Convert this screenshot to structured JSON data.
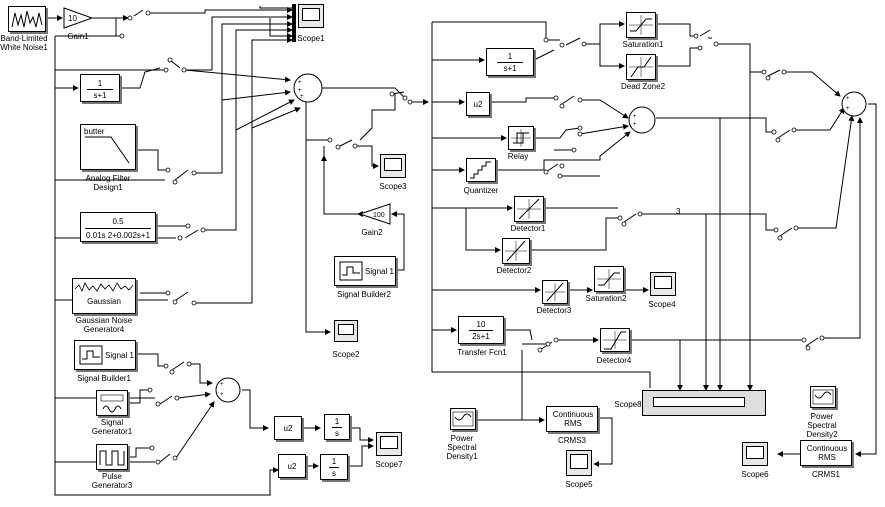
{
  "blocks": {
    "band_limited": {
      "label": "Band-Limited White Noise1"
    },
    "gain1": {
      "label": "Gain1",
      "value": "10"
    },
    "scope1": {
      "label": "Scope1"
    },
    "tf_1_s1": {
      "num": "1",
      "den": "s+1"
    },
    "analog_filter": {
      "label": "Analog Filter Design1",
      "text": "butter"
    },
    "tf2": {
      "num": "0.5",
      "den": "0.01s 2+0.002s+1"
    },
    "gauss": {
      "label": "Gaussian Noise Generator4",
      "text": "Gaussian"
    },
    "sigbuilder1": {
      "label": "Signal Builder1",
      "port": "Signal 1"
    },
    "siggen1": {
      "label": "Signal Generator1"
    },
    "pulse": {
      "label": "Pulse Generator3"
    },
    "scope2": {
      "label": "Scope2"
    },
    "scope3": {
      "label": "Scope3"
    },
    "gain2": {
      "label": "Gain2",
      "value": "100"
    },
    "sigbuilder2": {
      "label": "Signal Builder2",
      "port": "Signal 1"
    },
    "sq1": {
      "text": "u2"
    },
    "int1": {
      "num": "1",
      "den": "s"
    },
    "sq2": {
      "text": "u2"
    },
    "int2": {
      "num": "1",
      "den": "s"
    },
    "scope7": {
      "label": "Scope7"
    },
    "tf_right": {
      "num": "1",
      "den": "s+1"
    },
    "sat1": {
      "label": "Saturation1"
    },
    "dz2": {
      "label": "Dead Zone2"
    },
    "sq_right": {
      "text": "u2"
    },
    "relay": {
      "label": "Relay"
    },
    "quant": {
      "label": "Quantizer"
    },
    "det1": {
      "label": "Detector1"
    },
    "det2": {
      "label": "Detector2"
    },
    "det3": {
      "label": "Detector3"
    },
    "sat2": {
      "label": "Saturation2"
    },
    "scope4": {
      "label": "Scope4"
    },
    "tf_10": {
      "label": "Transfer Fcn1",
      "num": "10",
      "den": "2s+1"
    },
    "det4": {
      "label": "Detector4"
    },
    "scope8": {
      "label": "Scope8"
    },
    "psd1": {
      "label": "Power Spectral Density1"
    },
    "crms3": {
      "label": "CRMS3",
      "text": "Continuous RMS"
    },
    "scope5": {
      "label": "Scope5"
    },
    "psd2": {
      "label": "Power Spectral Density2"
    },
    "scope6": {
      "label": "Scope6"
    },
    "crms1": {
      "label": "CRMS1",
      "text": "Continuous RMS"
    },
    "bus_width": {
      "text": "3"
    }
  }
}
